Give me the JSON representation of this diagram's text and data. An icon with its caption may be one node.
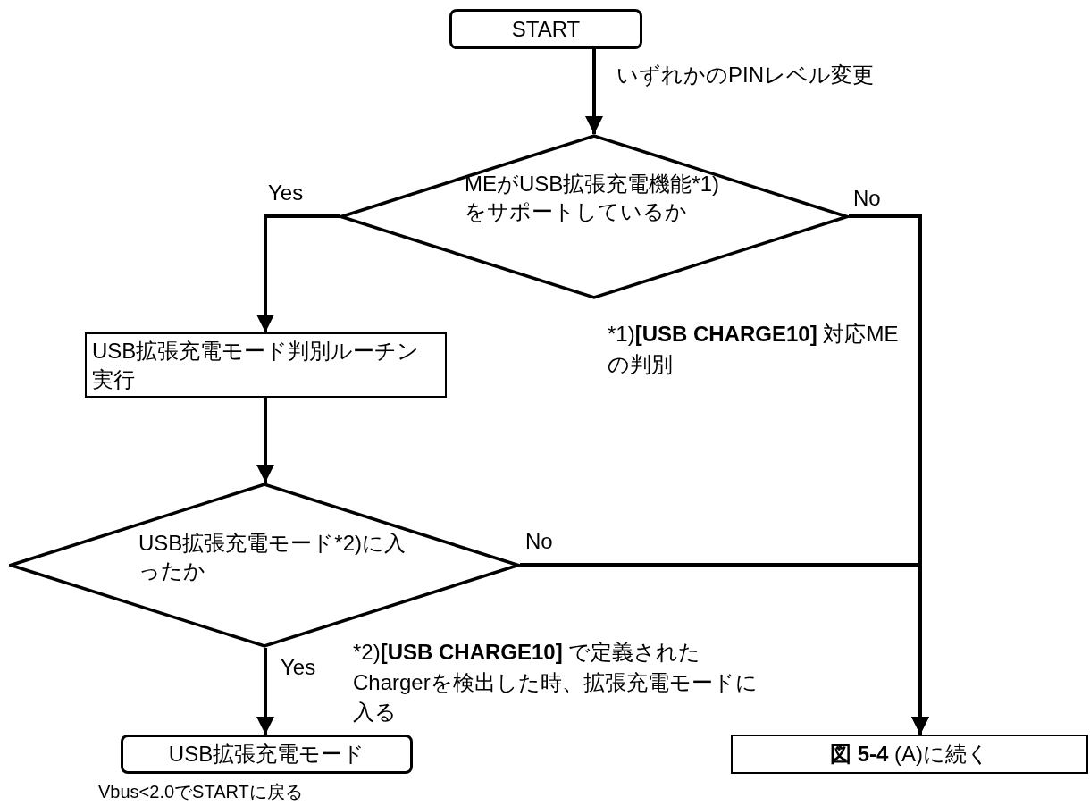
{
  "diagram": {
    "nodes": [
      {
        "text": [
          "START"
        ]
      },
      {
        "text": [
          "MEがUSB拡張充電機能*1)をサポートしているか"
        ]
      },
      {
        "text": [
          "USB拡張充電モード判別ルーチン実行"
        ]
      },
      {
        "text": [
          "USB拡張充電モード*2)に入ったか"
        ]
      },
      {
        "text": [
          "USB拡張充電モード"
        ],
        "beside": [
          "Vbus<2.0でSTARTに戻る"
        ]
      },
      {
        "text": [
          "**図 5-4** (A)に続く"
        ]
      }
    ],
    "edges": [
      {
        "from": 0,
        "to": 1,
        "arrow": "to",
        "label": "いずれかのPINレベル変更"
      },
      {
        "from": 1,
        "to": 2,
        "arrow": "to",
        "label": "Yes"
      },
      {
        "from": 1,
        "to": 5,
        "arrow": "to",
        "label": "No"
      },
      {
        "from": 2,
        "to": 3,
        "arrow": "to"
      },
      {
        "from": 3,
        "to": 5,
        "arrow": "to",
        "label": "No"
      },
      {
        "from": 3,
        "to": 4,
        "arrow": "to",
        "label": "Yes"
      }
    ],
    "labels": [
      "*1)**[USB CHARGE10]** 対応MEの判別",
      "*2)**[USB CHARGE10]** で定義されたChargerを検出した時、拡張充電モードに入る"
    ]
  }
}
